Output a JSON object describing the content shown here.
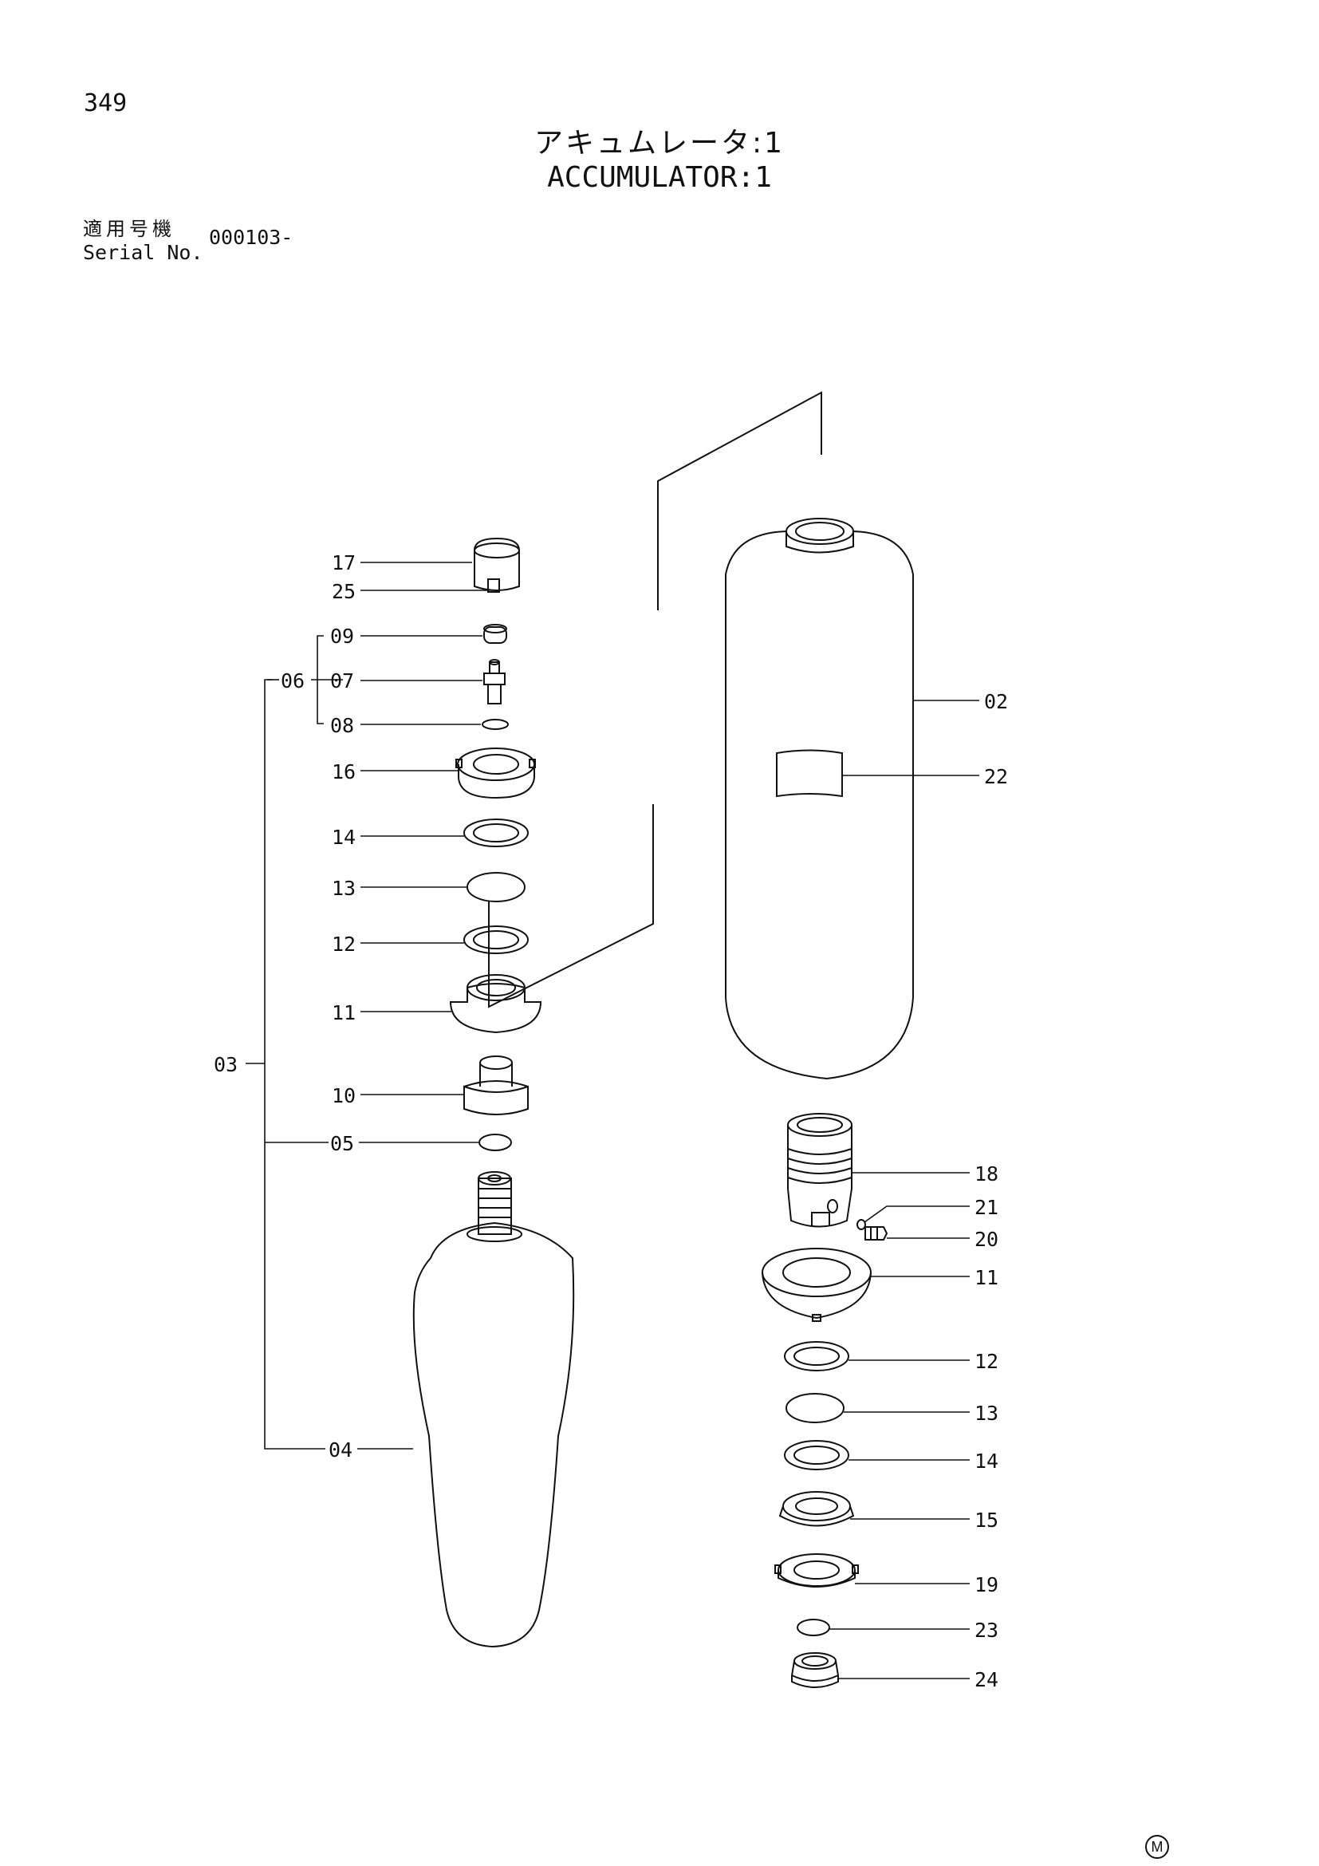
{
  "page_number": "349",
  "title_jp": "アキュムレータ:1",
  "title_en": "ACCUMULATOR:1",
  "serial": {
    "label_jp": "適用号機",
    "label_en": "Serial No.",
    "value": "000103-"
  },
  "mark": "M",
  "callouts": {
    "p17": "17",
    "p25": "25",
    "p09": "09",
    "p06": "06",
    "p07": "07",
    "p08": "08",
    "p16": "16",
    "p14": "14",
    "p13": "13",
    "p12": "12",
    "p11": "11",
    "p03": "03",
    "p10": "10",
    "p05": "05",
    "p04": "04",
    "r02": "02",
    "r22": "22",
    "r18": "18",
    "r21": "21",
    "r20": "20",
    "r11": "11",
    "r12": "12",
    "r13": "13",
    "r14": "14",
    "r15": "15",
    "r19": "19",
    "r23": "23",
    "r24": "24"
  }
}
